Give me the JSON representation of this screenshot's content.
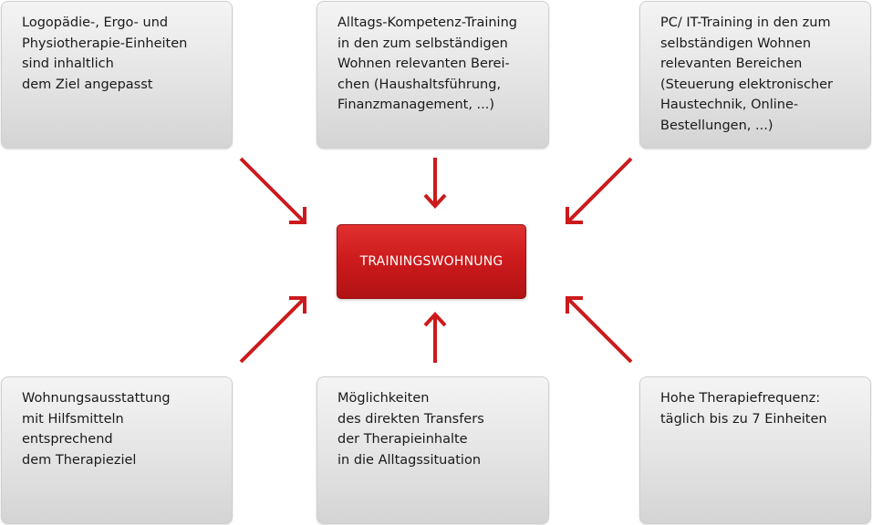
{
  "center": {
    "label": "TRAININGSWOHNUNG"
  },
  "boxes": {
    "top_left": {
      "lines": [
        "Logopädie-, Ergo- und",
        "Physiotherapie-Einheiten",
        "sind inhaltlich",
        "dem Ziel angepasst"
      ]
    },
    "top_center": {
      "lines": [
        "Alltags-Kompetenz-Training",
        "in den zum selbständigen",
        "Wohnen relevanten Berei-",
        "chen (Haushaltsführung,",
        "Finanzmanagement, ...)"
      ]
    },
    "top_right": {
      "lines": [
        "PC/ IT-Training in den zum",
        "selbständigen Wohnen",
        "relevanten Bereichen",
        "(Steuerung elektronischer",
        "Haustechnik, Online-",
        "Bestellungen, ...)"
      ]
    },
    "bottom_left": {
      "lines": [
        "Wohnungsausstattung",
        "mit Hilfsmitteln",
        "entsprechend",
        "dem Therapieziel"
      ]
    },
    "bottom_center": {
      "lines": [
        "Möglichkeiten",
        "des direkten Transfers",
        "der Therapieinhalte",
        "in die Alltagssituation"
      ]
    },
    "bottom_right": {
      "lines": [
        "Hohe Therapiefrequenz:",
        "täglich bis zu 7 Einheiten"
      ]
    }
  },
  "colors": {
    "arrow": "#cc1a1c",
    "center_fill": "#cc1a1c"
  }
}
